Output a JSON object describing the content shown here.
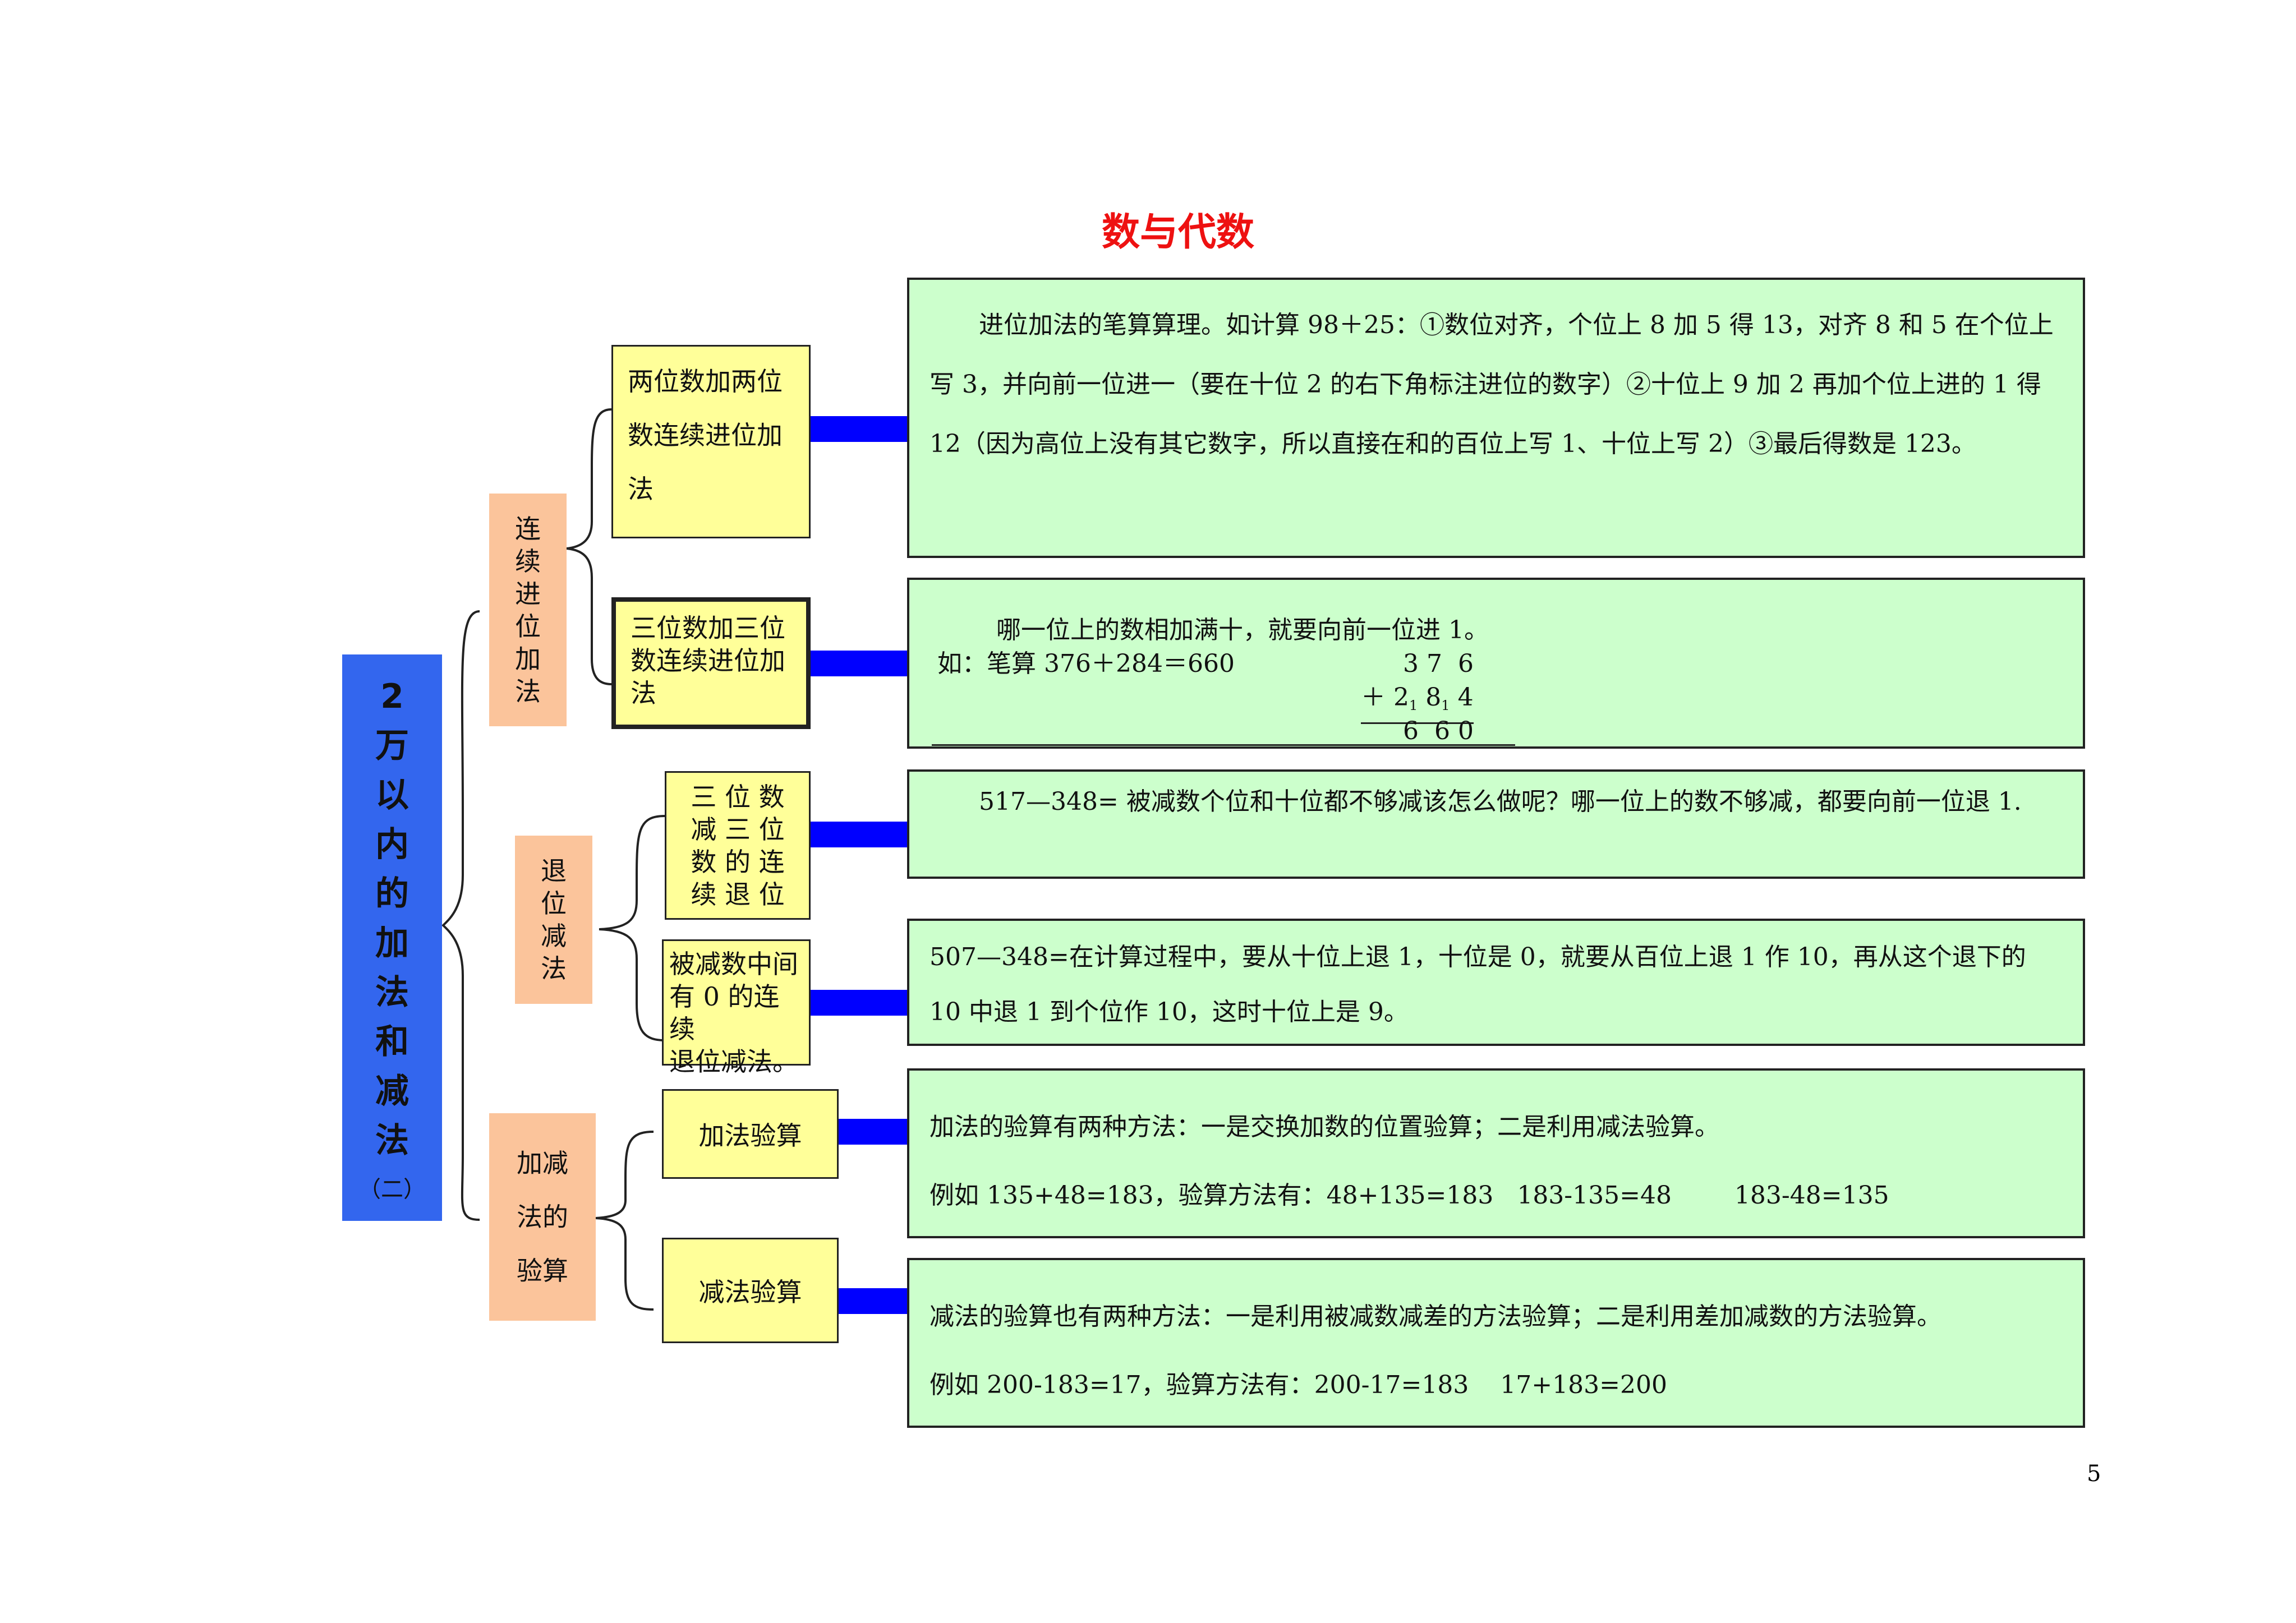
{
  "title": "数与代数",
  "page_number": "5",
  "root": {
    "chars": [
      "2",
      "万",
      "以",
      "内",
      "的",
      "加",
      "法",
      "和",
      "减",
      "法"
    ],
    "sub": "（二）"
  },
  "branches": [
    {
      "label_chars": [
        "连",
        "续",
        "进",
        "位",
        "加",
        "法"
      ],
      "leaves": [
        {
          "label": "两位数加两位数连续进位加法",
          "content": "进位加法的笔算算理。如计算 98＋25：①数位对齐，个位上 8 加 5 得 13，对齐 8 和 5 在个位上写 3，并向前一位进一（要在十位 2 的右下角标注进位的数字）②十位上 9 加 2 再加个位上进的 1 得 12（因为高位上没有其它数字，所以直接在和的百位上写 1、十位上写 2）③最后得数是 123。"
        },
        {
          "label": "三位数加三位数连续进位加法",
          "content_line1": "哪一位上的数相加满十，就要向前一位进 1。",
          "content_line2": "如：笔算 376＋284＝660",
          "calc": {
            "row1": "3 7  6",
            "row2_op": "＋",
            "row2_a": "2",
            "row2_a_carry": "1",
            "row2_b": "8",
            "row2_b_carry": "1",
            "row2_c": "4",
            "row3": "6  6 0"
          }
        }
      ]
    },
    {
      "label_chars": [
        "退",
        "位",
        "减",
        "法"
      ],
      "leaves": [
        {
          "label_lines": [
            "三 位 数",
            "减 三 位",
            "数 的 连",
            "续 退 位"
          ],
          "content": "517—348=   被减数个位和十位都不够减该怎么做呢？哪一位上的数不够减，都要向前一位退 1."
        },
        {
          "label_lines": [
            "被减数中间",
            "有 0 的连续",
            "退位减法。"
          ],
          "content": "507—348=在计算过程中，要从十位上退 1，十位是 0，就要从百位上退 1 作 10，再从这个退下的 10 中退 1 到个位作 10，这时十位上是 9。"
        }
      ]
    },
    {
      "label_lines": [
        "加减",
        "法的",
        "验算"
      ],
      "leaves": [
        {
          "label": "加法验算",
          "content_line1": "加法的验算有两种方法：一是交换加数的位置验算；二是利用减法验算。",
          "content_line2": "例如 135+48=183，验算方法有：48+135=183   183-135=48        183-48=135"
        },
        {
          "label": "减法验算",
          "content_line1": "减法的验算也有两种方法：一是利用被减数减差的方法验算；二是利用差加减数的方法验算。",
          "content_line2": "例如 200-183=17，验算方法有：200-17=183    17+183=200"
        }
      ]
    }
  ],
  "colors": {
    "title": "#ee1111",
    "root": "#3366ee",
    "branch": "#fbc49b",
    "leaf": "#ffff99",
    "content": "#ccffcc",
    "connector": "#0000ff"
  }
}
